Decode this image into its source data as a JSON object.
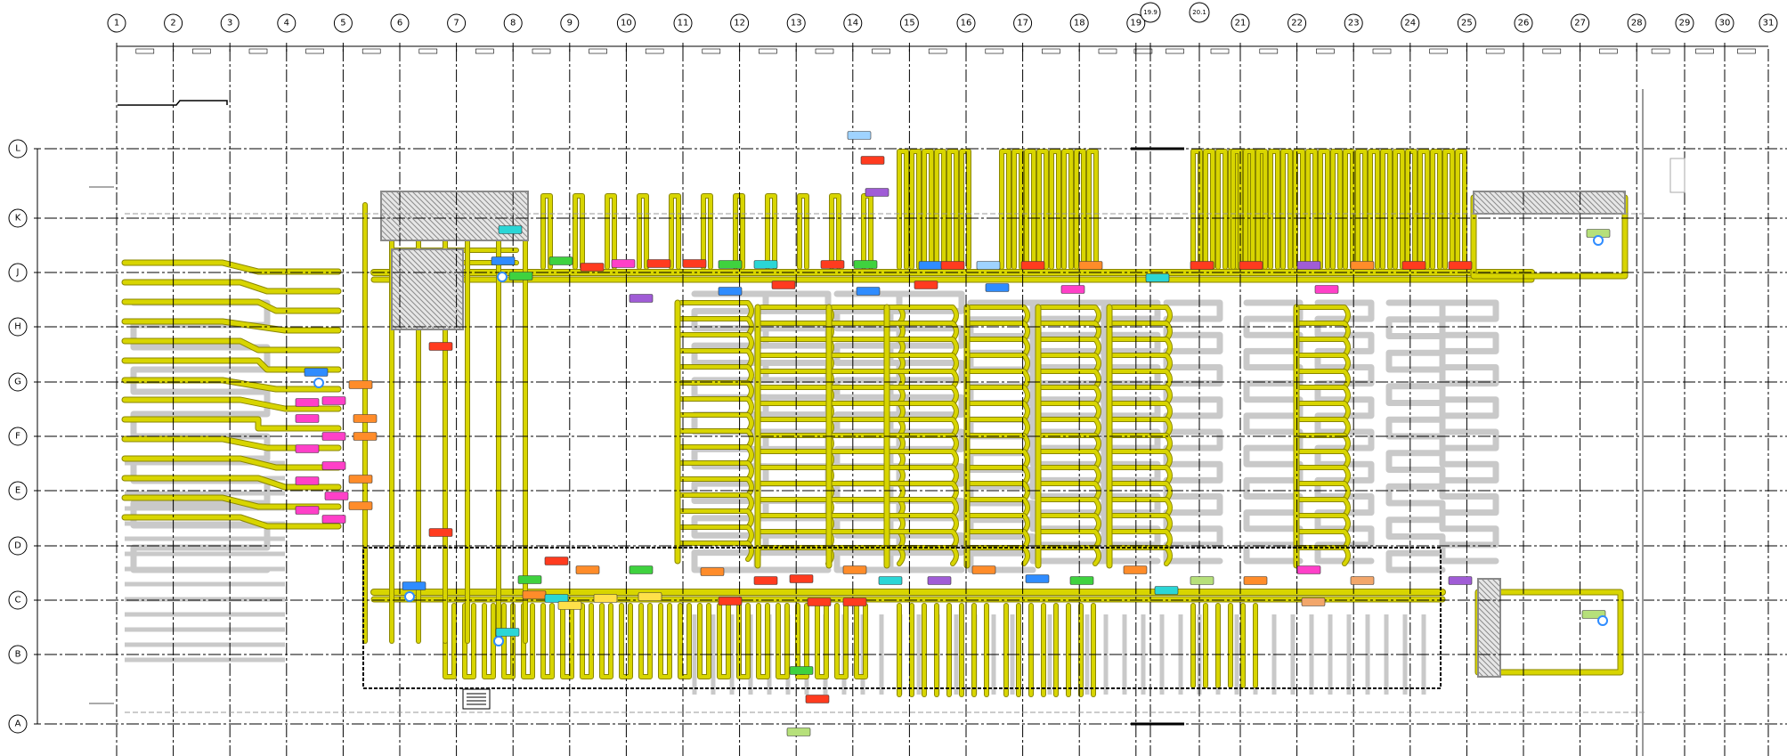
{
  "drawing": {
    "column_grid_labels": [
      "1",
      "2",
      "3",
      "4",
      "5",
      "6",
      "7",
      "8",
      "9",
      "10",
      "11",
      "12",
      "13",
      "14",
      "15",
      "16",
      "17",
      "18",
      "19",
      "19.9",
      "20.1",
      "21",
      "22",
      "23",
      "24",
      "25",
      "26",
      "27",
      "28",
      "29",
      "30",
      "31"
    ],
    "row_grid_labels": [
      "L",
      "K",
      "J",
      "H",
      "G",
      "F",
      "E",
      "D",
      "C",
      "B",
      "A"
    ],
    "colors": {
      "primary_routing": "#d8d500",
      "primary_routing_edge": "#8a8600",
      "secondary_routing": "#c9c9c9",
      "grid_line": "#000000",
      "hatch_zone": "#8a8a8a",
      "tag_colors": [
        "#ff3b1f",
        "#ff8c2a",
        "#3fd23f",
        "#2bd6d6",
        "#2f8cff",
        "#ff40c8",
        "#a05cd6",
        "#f2a66a",
        "#b6e07a",
        "#ffe04a"
      ]
    },
    "icons": [
      "section-marker-icon",
      "equipment-tag-icon",
      "circle-marker-icon"
    ]
  }
}
